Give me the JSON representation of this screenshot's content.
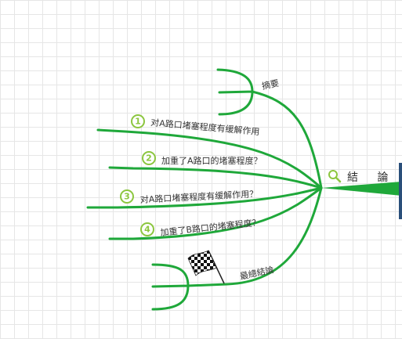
{
  "root": {
    "label": "結 論"
  },
  "branches": [
    {
      "id": "summary",
      "label": "摘要"
    },
    {
      "id": "b1",
      "number": "1",
      "label": "对A路口堵塞程度有缓解作用"
    },
    {
      "id": "b2",
      "number": "2",
      "label": "加重了A路口的堵塞程度？"
    },
    {
      "id": "b3",
      "number": "3",
      "label": "对A路口堵塞程度有缓解作用？"
    },
    {
      "id": "b4",
      "number": "4",
      "label": "加重了B路口的堵塞程度？"
    },
    {
      "id": "final",
      "label": "最總結論"
    }
  ],
  "colors": {
    "branch": "#1fa83a",
    "number": "#8cc63f",
    "text": "#333333"
  },
  "icons": {
    "root": "magnifier-icon",
    "final": "checkered-flag-icon"
  }
}
